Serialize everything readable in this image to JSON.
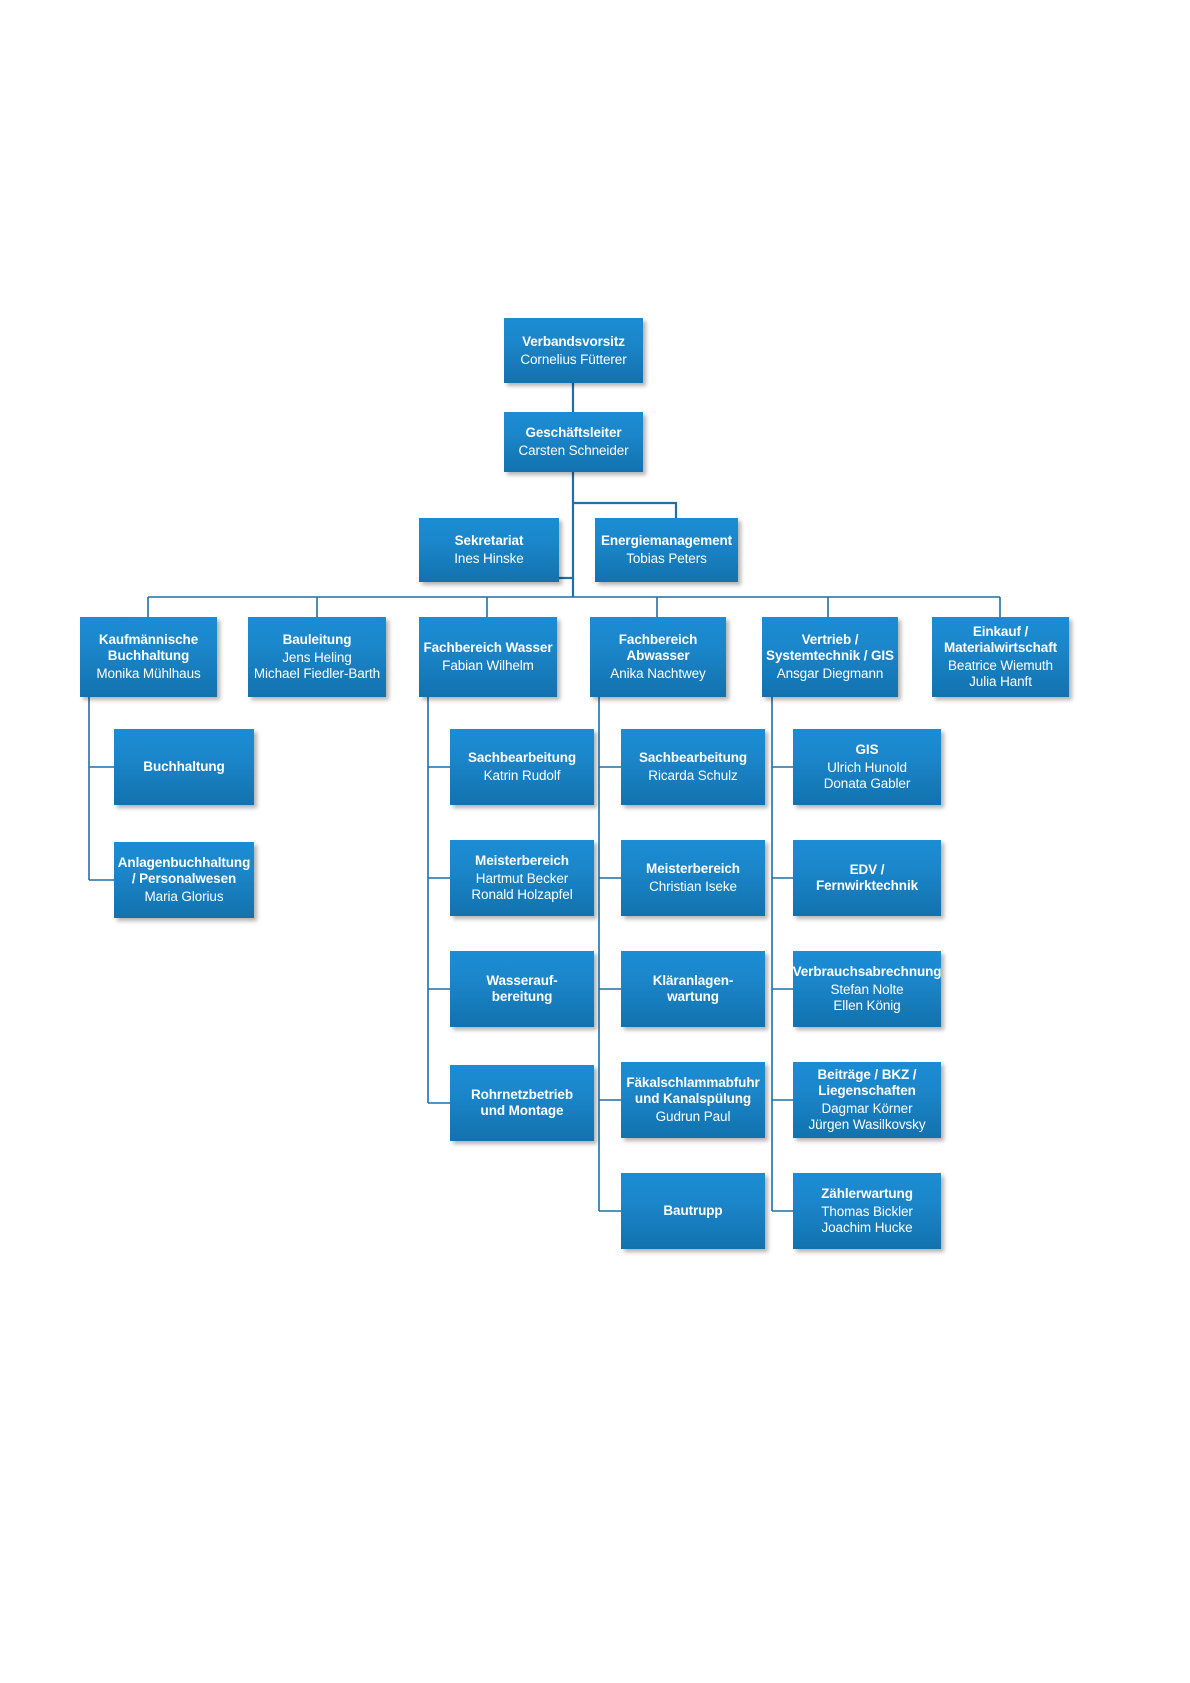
{
  "document": {
    "type": "organizational-chart",
    "theme_color": "#1b86ca",
    "connector_color": "#1f6fa8"
  },
  "nodes": {
    "verbandsvorsitz": {
      "title": "Verbandsvorsitz",
      "people": [
        "Cornelius Fütterer"
      ]
    },
    "geschaeftsleiter": {
      "title": "Geschäftsleiter",
      "people": [
        "Carsten Schneider"
      ]
    },
    "sekretariat": {
      "title": "Sekretariat",
      "people": [
        "Ines Hinske"
      ]
    },
    "energiemanagement": {
      "title": "Energiemanagement",
      "people": [
        "Tobias Peters"
      ]
    },
    "kaufmaennische_buchhaltung": {
      "title_line1": "Kaufmännische",
      "title_line2": "Buchhaltung",
      "people": [
        "Monika Mühlhaus"
      ]
    },
    "bauleitung": {
      "title": "Bauleitung",
      "people": [
        "Jens Heling",
        "Michael Fiedler-Barth"
      ]
    },
    "fachbereich_wasser": {
      "title": "Fachbereich Wasser",
      "people": [
        "Fabian Wilhelm"
      ]
    },
    "fachbereich_abwasser": {
      "title_line1": "Fachbereich",
      "title_line2": "Abwasser",
      "people": [
        "Anika Nachtwey"
      ]
    },
    "vertrieb_systemtechnik_gis": {
      "title_line1": "Vertrieb /",
      "title_line2": "Systemtechnik / GIS",
      "people": [
        "Ansgar Diegmann"
      ]
    },
    "einkauf_materialwirtschaft": {
      "title_line1": "Einkauf /",
      "title_line2": "Materialwirtschaft",
      "people": [
        "Beatrice Wiemuth",
        "Julia Hanft"
      ]
    },
    "buchhaltung": {
      "title": "Buchhaltung",
      "people": []
    },
    "anlagenbuchhaltung_personalwesen": {
      "title_line1": "Anlagenbuchhaltung",
      "title_line2": "/ Personalwesen",
      "people": [
        "Maria Glorius"
      ]
    },
    "wasser_sachbearbeitung": {
      "title": "Sachbearbeitung",
      "people": [
        "Katrin Rudolf"
      ]
    },
    "wasser_meisterbereich": {
      "title": "Meisterbereich",
      "people": [
        "Hartmut Becker",
        "Ronald Holzapfel"
      ]
    },
    "wasseraufbereitung": {
      "title_line1": "Wasserauf-",
      "title_line2": "bereitung",
      "people": []
    },
    "rohrnetzbetrieb": {
      "title_line1": "Rohrnetzbetrieb",
      "title_line2": "und Montage",
      "people": []
    },
    "abwasser_sachbearbeitung": {
      "title": "Sachbearbeitung",
      "people": [
        "Ricarda Schulz"
      ]
    },
    "abwasser_meisterbereich": {
      "title": "Meisterbereich",
      "people": [
        "Christian Iseke"
      ]
    },
    "klaeranlagenwartung": {
      "title_line1": "Kläranlagen-",
      "title_line2": "wartung",
      "people": []
    },
    "faekalschlammabfuhr": {
      "title_line1": "Fäkalschlammabfuhr",
      "title_line2": "und Kanalspülung",
      "people": [
        "Gudrun Paul"
      ]
    },
    "bautrupp": {
      "title": "Bautrupp",
      "people": []
    },
    "gis": {
      "title": "GIS",
      "people": [
        "Ulrich Hunold",
        "Donata Gabler"
      ]
    },
    "edv_fernwirktechnik": {
      "title_line1": "EDV /",
      "title_line2": "Fernwirktechnik",
      "people": []
    },
    "verbrauchsabrechnung": {
      "title": "Verbrauchsabrechnung",
      "people": [
        "Stefan Nolte",
        "Ellen König"
      ]
    },
    "beitraege_bkz_liegenschaften": {
      "title_line1": "Beiträge / BKZ /",
      "title_line2": "Liegenschaften",
      "people": [
        "Dagmar Körner",
        "Jürgen Wasilkovsky"
      ]
    },
    "zaehlerwartung": {
      "title": "Zählerwartung",
      "people": [
        "Thomas Bickler",
        "Joachim Hucke"
      ]
    }
  }
}
